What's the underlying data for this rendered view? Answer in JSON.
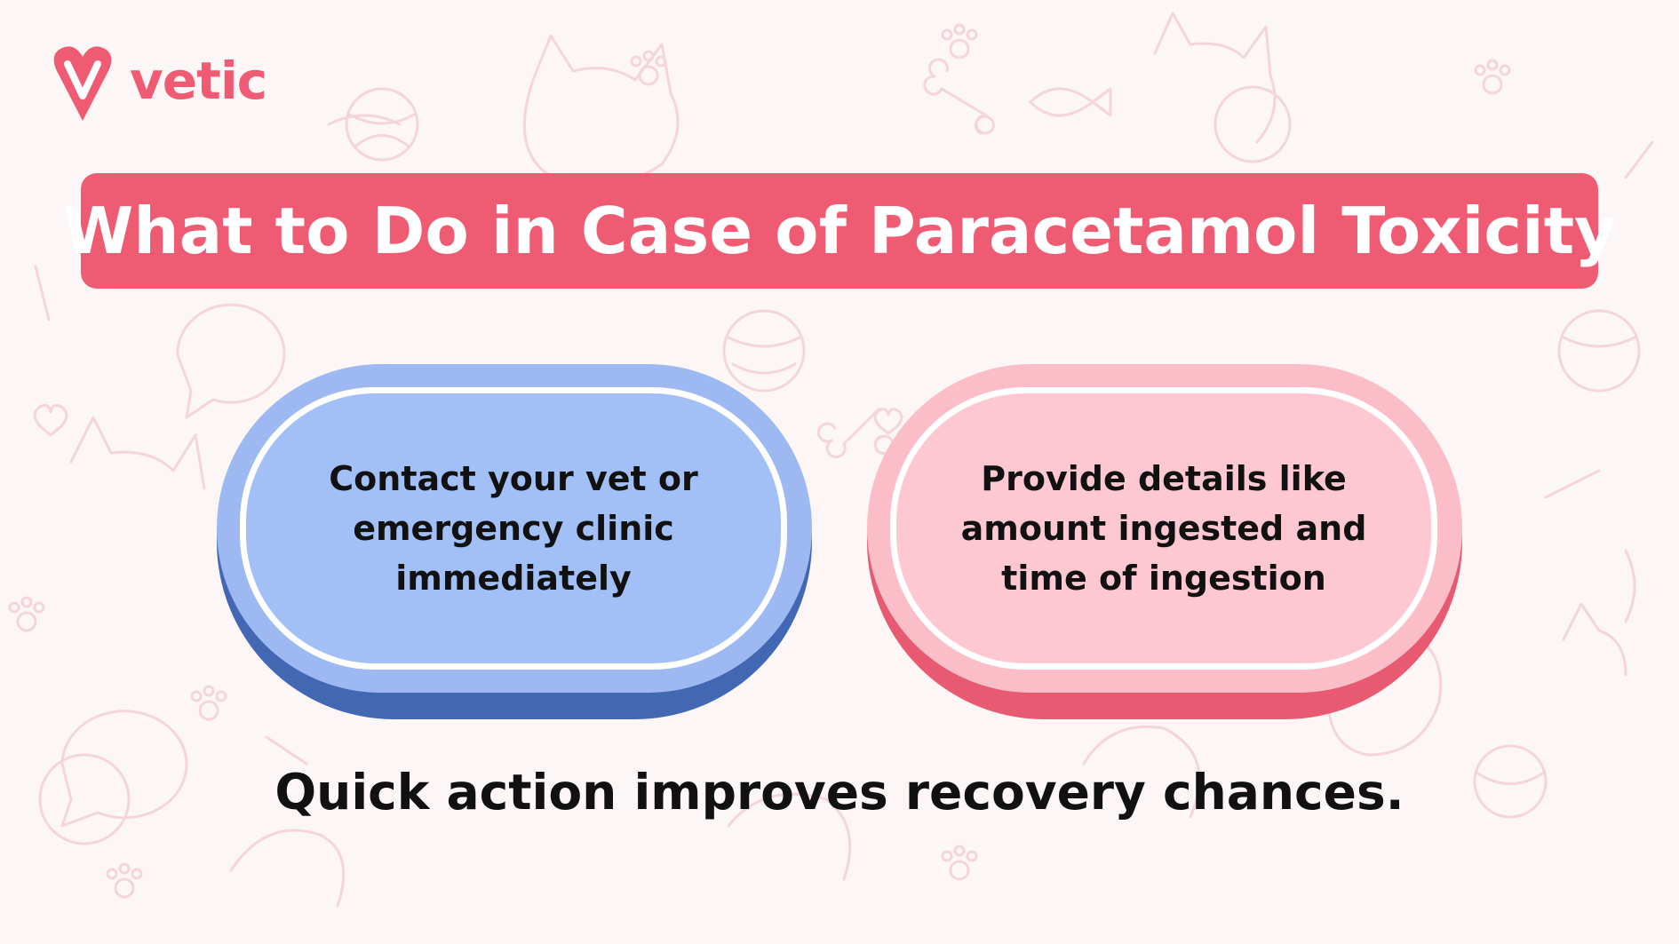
{
  "brand": {
    "name": "vetic",
    "color": "#ee5b73",
    "logo_icon": "heart-v-icon"
  },
  "title": "What to Do in Case of Paracetamol Toxicity",
  "steps": [
    {
      "text": "Contact your vet or\nemergency clinic\nimmediately",
      "color": "#a3c0f6",
      "shadow_color": "#4368b3"
    },
    {
      "text": "Provide details like\namount ingested and\ntime of ingestion",
      "color": "#fdc8d1",
      "shadow_color": "#e85a72"
    }
  ],
  "footer": "Quick action improves recovery chances.",
  "colors": {
    "banner": "#ef5b73",
    "background": "#fdf6f6",
    "doodle": "#f4d3d8"
  }
}
